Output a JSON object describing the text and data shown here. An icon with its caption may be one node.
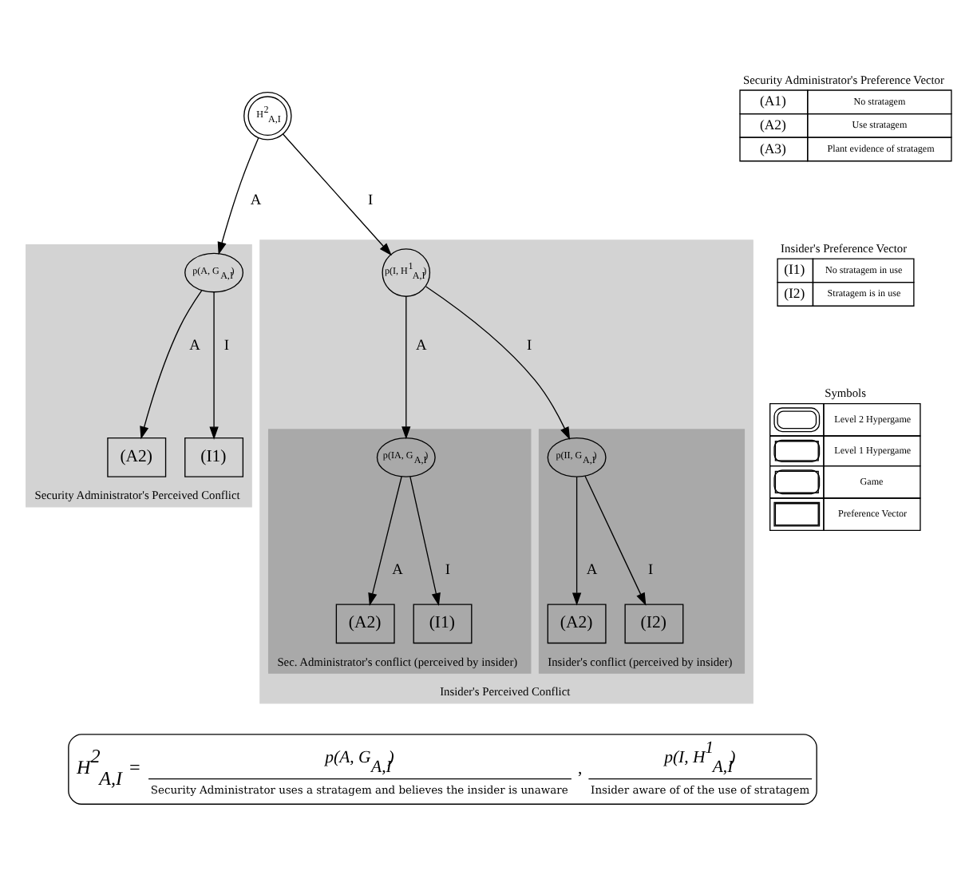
{
  "diagram": {
    "nodes": [
      {
        "text": [
          "H$^{2}$$_{A,I}$"
        ]
      },
      {
        "text": [
          "Security Administrator's Perceived Conflict"
        ]
      },
      {
        "text": [
          "p(A, G$_{A,I}$)"
        ],
        "in": 1
      },
      {
        "text": [
          "(A2)"
        ],
        "in": 1
      },
      {
        "text": [
          "(I1)"
        ],
        "in": 1
      },
      {
        "text": [
          "Insider's Perceived Conflict"
        ]
      },
      {
        "text": [
          "p(I, H$^{1}$$_{A,I}$)"
        ],
        "in": 5
      },
      {
        "text": [
          "Sec. Administrator's conflict (perceived by insider)"
        ],
        "in": 5
      },
      {
        "text": [
          "p(IA, G$_{A,I}$)"
        ],
        "in": 7
      },
      {
        "text": [
          "(A2)"
        ],
        "in": 7
      },
      {
        "text": [
          "(I1)"
        ],
        "in": 7
      },
      {
        "text": [
          "Insider's conflict (perceived by insider)"
        ],
        "in": 5
      },
      {
        "text": [
          "p(II, G$_{A,I}$)"
        ],
        "in": 11
      },
      {
        "text": [
          "(A2)"
        ],
        "in": 11
      },
      {
        "text": [
          "(I2)"
        ],
        "in": 11
      }
    ],
    "edges": [
      {
        "from": 0,
        "to": 2,
        "arrow": "to",
        "label": "A"
      },
      {
        "from": 0,
        "to": 6,
        "arrow": "to",
        "label": "I"
      },
      {
        "from": 2,
        "to": 3,
        "arrow": "to",
        "label": "A"
      },
      {
        "from": 2,
        "to": 4,
        "arrow": "to",
        "label": "I"
      },
      {
        "from": 6,
        "to": 8,
        "arrow": "to",
        "label": "A"
      },
      {
        "from": 6,
        "to": 12,
        "arrow": "to",
        "label": "I"
      },
      {
        "from": 8,
        "to": 9,
        "arrow": "to",
        "label": "A"
      },
      {
        "from": 8,
        "to": 10,
        "arrow": "to",
        "label": "I"
      },
      {
        "from": 12,
        "to": 13,
        "arrow": "to",
        "label": "A"
      },
      {
        "from": 12,
        "to": 14,
        "arrow": "to",
        "label": "I"
      }
    ],
    "labels": [
      "Security Administrator's Preference Vector",
      "(A1)",
      "No stratagem",
      "(A2)",
      "Use stratagem",
      "(A3)",
      "Plant evidence of stratagem",
      "Insider's Preference Vector",
      "(I1)",
      "No stratagem in use",
      "(I2)",
      "Stratagem is in use",
      "Symbols",
      "H$^{2}$$_{A,I}$ =",
      "p(A, G$_{A,I}$)",
      ",",
      "p(I, H$^{1}$$_{A,I}$)",
      "Security Administrator uses a stratagem and believes the insider is unaware",
      "Insider aware of of the use of stratagem"
    ],
    "legend": [
      {
        "text": "Level 2 Hypergame"
      },
      {
        "text": "Level 1 Hypergame"
      },
      {
        "text": "Game"
      },
      {
        "text": "Preference Vector"
      }
    ]
  }
}
